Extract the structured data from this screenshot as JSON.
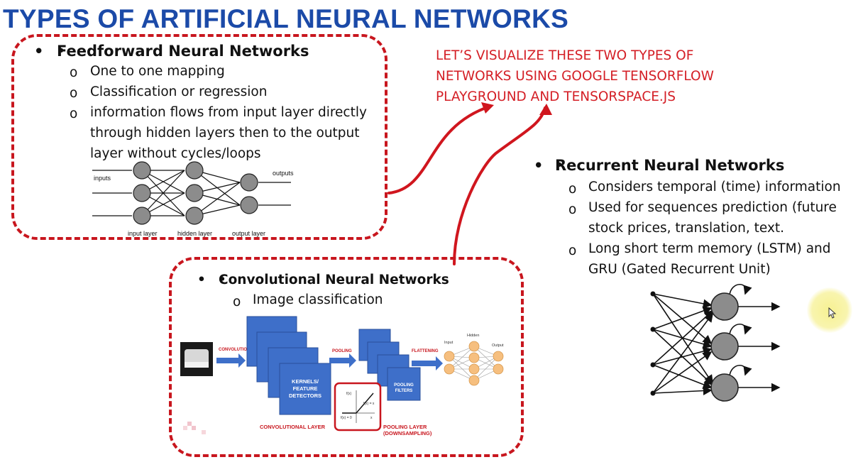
{
  "title": "TYPES OF ARTIFICIAL NEURAL NETWORKS",
  "callout_lines": [
    "LET’S VISUALIZE THESE TWO TYPES OF",
    "NETWORKS USING GOOGLE TENSORFLOW",
    "PLAYGROUND AND TENSORSPACE.JS"
  ],
  "feedforward": {
    "heading": "Feedforward Neural Networks",
    "points": [
      "One to one mapping",
      "Classification or regression",
      "information flows from input layer directly",
      "through hidden layers then to the output",
      "layer without cycles/loops"
    ],
    "diagram": {
      "inputs_label": "inputs",
      "outputs_label": "outputs",
      "input_layer_label": "input layer",
      "hidden_layer_label": "hidden layer",
      "output_layer_label": "output layer"
    }
  },
  "recurrent": {
    "heading": "Recurrent Neural Networks",
    "points": [
      "Considers temporal (time) information",
      "Used for sequences prediction (future",
      "stock prices, translation, text.",
      "Long short term memory (LSTM) and",
      "GRU (Gated Recurrent Unit)"
    ]
  },
  "convolutional": {
    "heading": "Convolutional Neural Networks",
    "points": [
      "Image classification"
    ],
    "diagram": {
      "convolution": "CONVOLUTION",
      "kernels_1": "KERNELS/",
      "kernels_2": "FEATURE",
      "kernels_3": "DETECTORS",
      "pooling": "POOLING",
      "flattening": "FLATTENING",
      "pooling_filters_1": "POOLING",
      "pooling_filters_2": "FILTERS",
      "conv_layer": "CONVOLUTIONAL LAYER",
      "pool_layer_1": "POOLING LAYER",
      "pool_layer_2": "(DOWNSAMPLING)",
      "input": "Input",
      "hidden": "Hidden",
      "output": "Output",
      "relu_fx": "f(x)",
      "relu_eq": "f(x) = x",
      "relu_zero": "f(x) = 0",
      "relu_x": "x"
    }
  },
  "colors": {
    "title": "#1b4aa8",
    "accent_red": "#c8161e",
    "node_gray": "#8c8c8c",
    "cnn_blue": "#3e6fc9",
    "cnn_orange": "#f6bf7f"
  }
}
